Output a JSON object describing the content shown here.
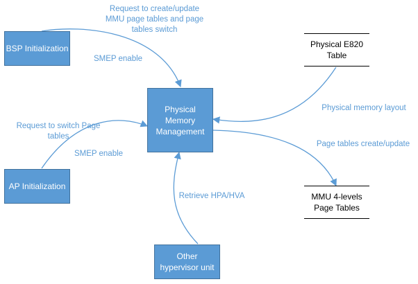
{
  "colors": {
    "process_fill": "#5b9bd5",
    "process_border": "#41719c",
    "edge": "#5b9bd5",
    "edge_label": "#5b9bd5"
  },
  "nodes": {
    "bsp": "BSP Initialization",
    "pmm": "Physical\nMemory\nManagement",
    "ap": "AP Initialization",
    "other": "Other\nhypervisor unit",
    "e820": "Physical E820\nTable",
    "mmu": "MMU 4-levels\nPage Tables"
  },
  "edges": {
    "bsp_request": "Request to create/update\nMMU page tables and page\ntables switch",
    "bsp_smep": "SMEP enable",
    "ap_request": "Request to switch Page\ntables",
    "ap_smep": "SMEP enable",
    "e820_layout": "Physical memory layout",
    "mmu_update": "Page tables create/update",
    "other_retrieve": "Retrieve HPA/HVA"
  }
}
